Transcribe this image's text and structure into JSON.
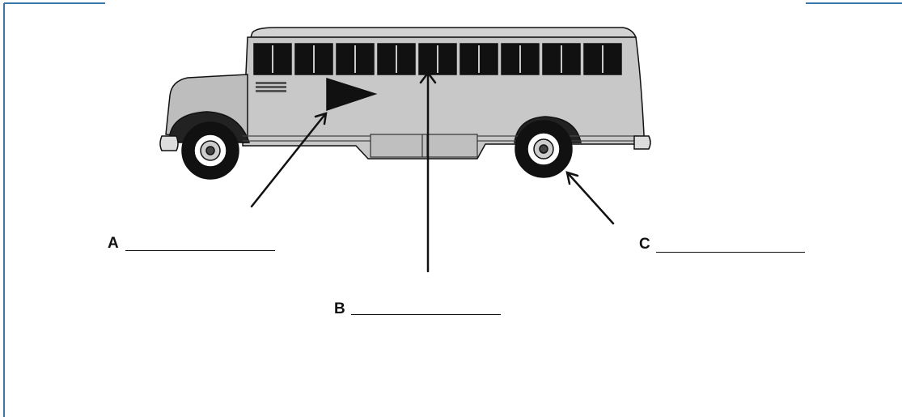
{
  "labels": {
    "a": "A",
    "b": "B",
    "c": "C"
  },
  "colors": {
    "frame": "#3a76a8",
    "bus_body": "#c8c8c8",
    "bus_shadow": "#9a9a9a",
    "ink": "#111111"
  }
}
